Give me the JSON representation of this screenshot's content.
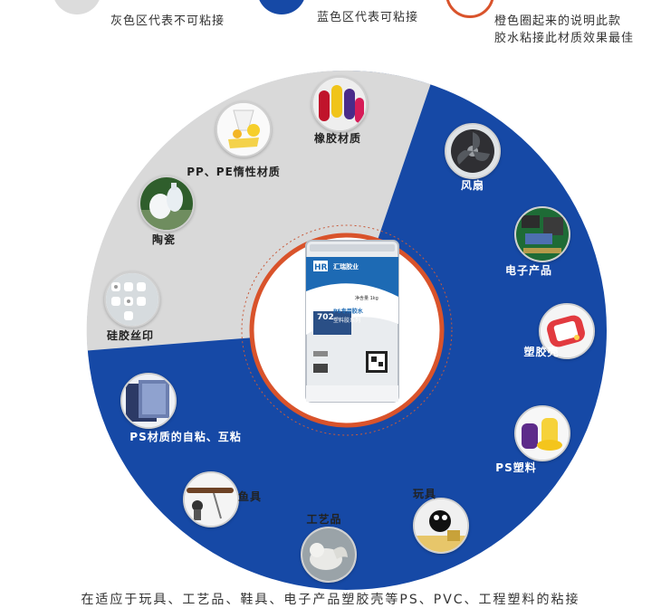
{
  "legend": {
    "gray_text": "灰色区代表不可粘接",
    "blue_text": "蓝色区代表可粘接",
    "orange_text_line1": "橙色圈起来的说明此款",
    "orange_text_line2": "胶水粘接此材质效果最佳"
  },
  "colors": {
    "gray_zone": "#d9d9d9",
    "blue_zone": "#1649a6",
    "orange_ring": "#d9532b",
    "white": "#ffffff"
  },
  "materials": {
    "rubber": "橡胶材质",
    "pp_pe": "PP、PE惰性材质",
    "ceramic": "陶瓷",
    "silicone_print": "硅胶丝印",
    "ps_self": "PS材质的自粘、互粘",
    "fishing_tackle": "鱼具",
    "crafts": "工艺品",
    "toys": "玩具",
    "ps_plastic": "PS塑料",
    "plastic_shell": "塑胶壳",
    "electronics": "电子产品",
    "fan": "风扇"
  },
  "product": {
    "brand_small": "汇瑞胶业",
    "model_line1": "PS专用胶水",
    "model_code": "702",
    "model_line2": "塑料胶系列",
    "weight": "净含量  1kg"
  },
  "bottom_text": "在适应于玩具、工艺品、鞋具、电子产品塑胶壳等PS、PVC、工程塑料的粘接"
}
